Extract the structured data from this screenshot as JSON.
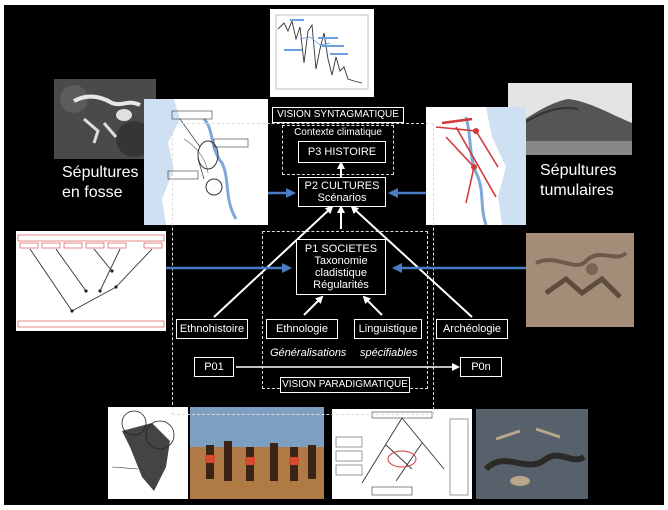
{
  "labels": {
    "vision_syntagmatique": "VISION SYNTAGMATIQUE",
    "contexte_climatique": "Contexte climatique",
    "p3": "P3 HISTOIRE",
    "p2_line1": "P2 CULTURES",
    "p2_line2": "Scénarios",
    "p1_line1": "P1 SOCIETES",
    "p1_line2": "Taxonomie",
    "p1_line3": "cladistique",
    "p1_line4": "Régularités",
    "ethnohistoire": "Ethnohistoire",
    "ethnologie": "Ethnologie",
    "linguistique": "Linguistique",
    "archeologie": "Archéologie",
    "p01": "P01",
    "p0n": "P0n",
    "generalisations": "Généralisations",
    "specifiables": "spécifiables",
    "vision_paradigmatique": "VISION PARADIGMATIQUE",
    "sepultures_fosse_1": "Sépultures",
    "sepultures_fosse_2": "en fosse",
    "sepultures_tumulaires_1": "Sépultures",
    "sepultures_tumulaires_2": "tumulaires"
  },
  "colors": {
    "background": "#000000",
    "lines": "#ffffff",
    "blue_arrows": "#4a7cc4",
    "map_accent": "#d23a3a"
  }
}
